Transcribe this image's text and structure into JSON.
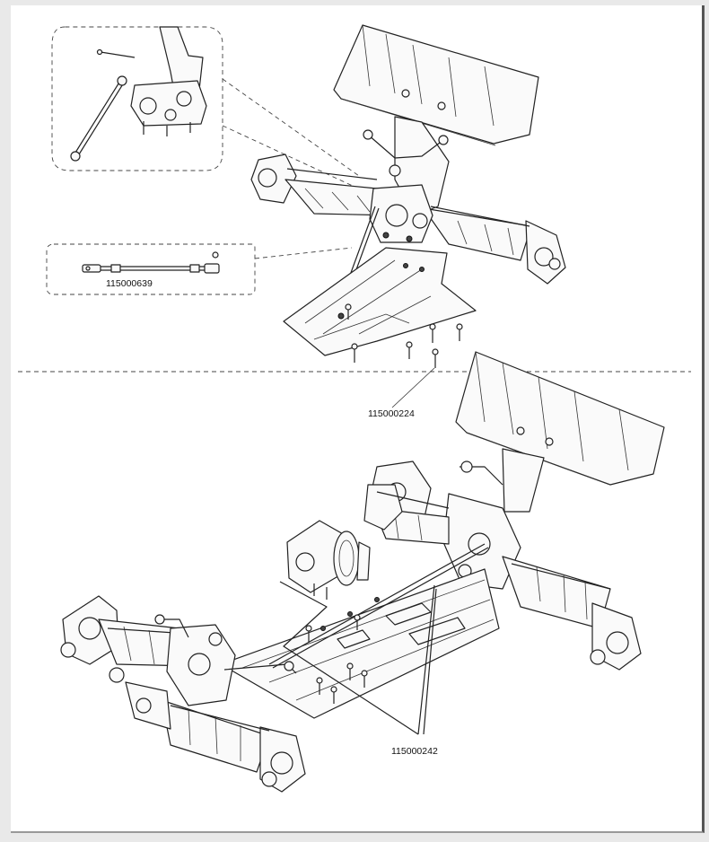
{
  "parts": {
    "turnbuckle": "115000639",
    "rear_screws": "115000224",
    "chassis_screws": "115000242"
  }
}
